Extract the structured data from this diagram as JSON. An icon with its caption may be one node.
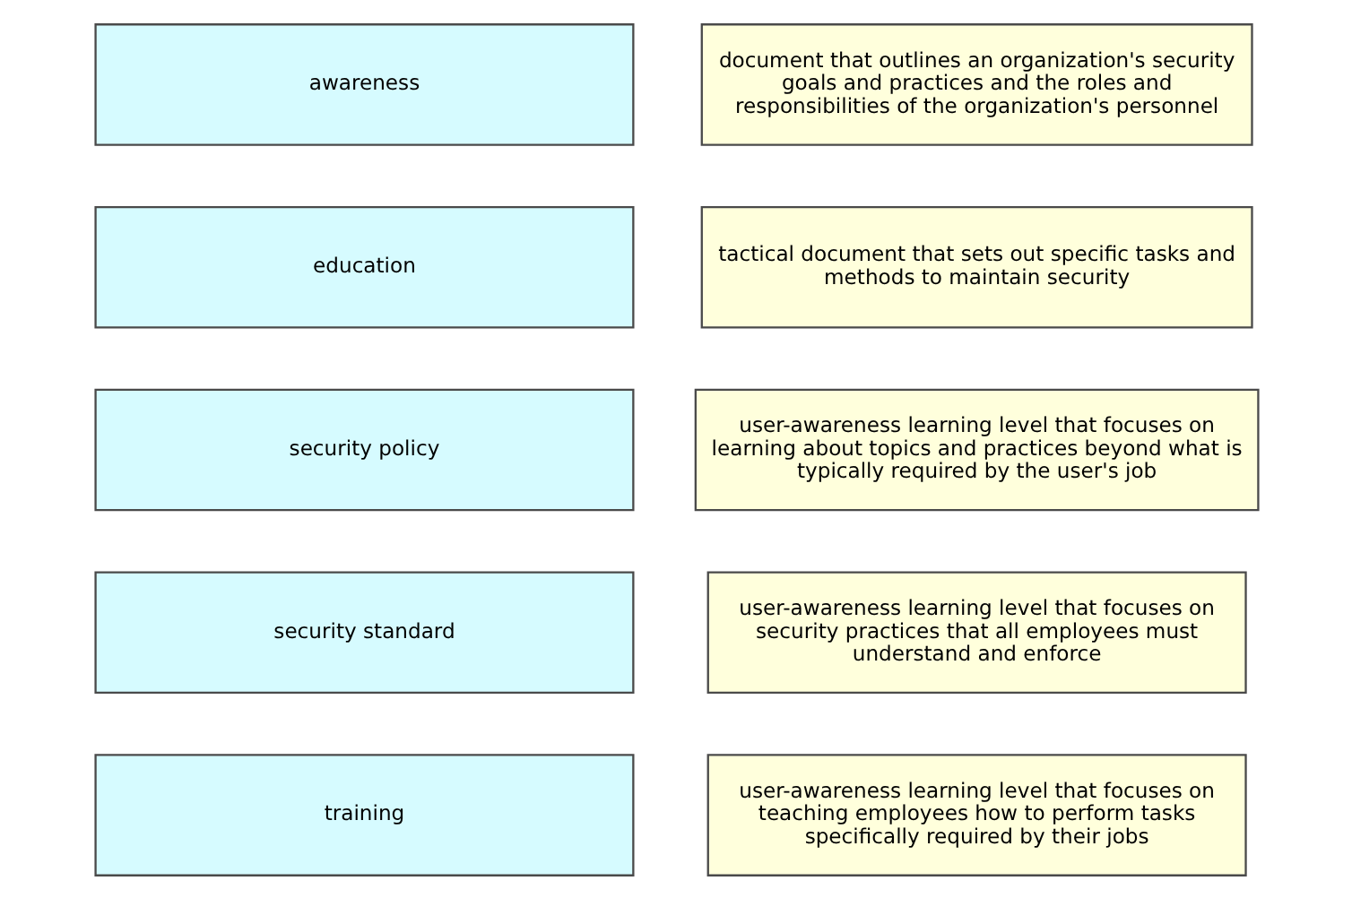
{
  "diagram": {
    "nodes": [
      {
        "text": [
          "awareness"
        ]
      },
      {
        "text": [
          "education"
        ]
      },
      {
        "text": [
          "security policy"
        ]
      },
      {
        "text": [
          "security standard"
        ]
      },
      {
        "text": [
          "training"
        ]
      },
      {
        "text": [
          "document that outlines an organization's security goals and practices and the roles and responsibilities of the organization's personnel"
        ]
      },
      {
        "text": [
          "tactical document that sets out specific tasks and methods to maintain security"
        ]
      },
      {
        "text": [
          "user-awareness learning level that focuses on learning about topics and practices beyond what is typically required by the user's job"
        ]
      },
      {
        "text": [
          "user-awareness learning level that focuses on security practices that all employees must understand and enforce"
        ]
      },
      {
        "text": [
          "user-awareness learning level that focuses on teaching employees how to perform tasks specifically required by their jobs"
        ]
      }
    ],
    "edges": []
  }
}
